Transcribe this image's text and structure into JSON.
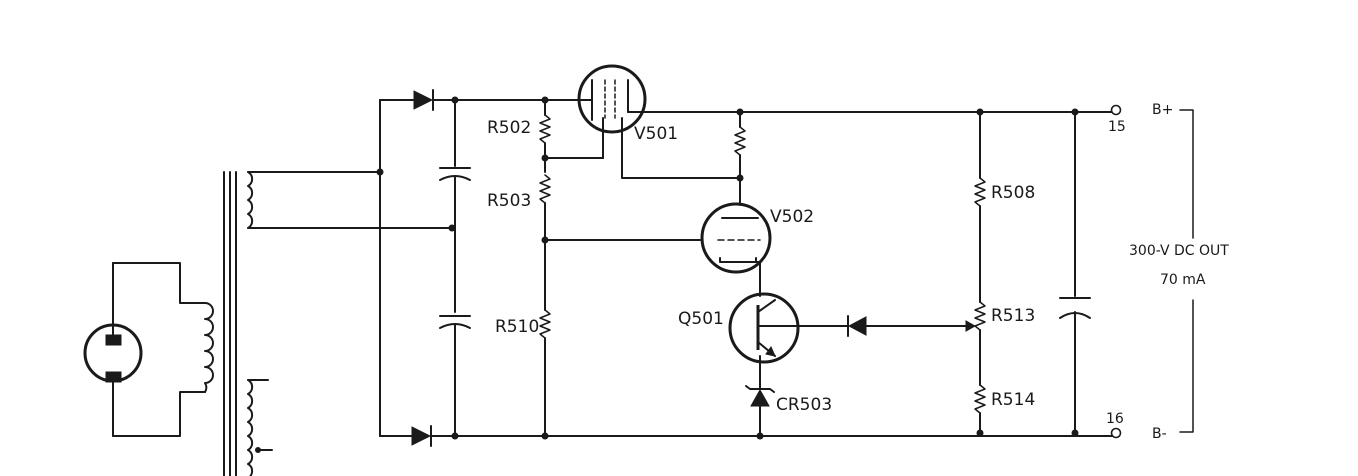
{
  "labels": {
    "r502": "R502",
    "r503": "R503",
    "r510": "R510",
    "v501": "V501",
    "v502": "V502",
    "q501": "Q501",
    "cr503": "CR503",
    "r508": "R508",
    "r513": "R513",
    "r514": "R514",
    "terminal_15": "15",
    "terminal_16": "16",
    "b_plus": "B+",
    "b_minus": "B-",
    "output_line1": "300-V DC OUT",
    "output_line2": "70 mA"
  }
}
